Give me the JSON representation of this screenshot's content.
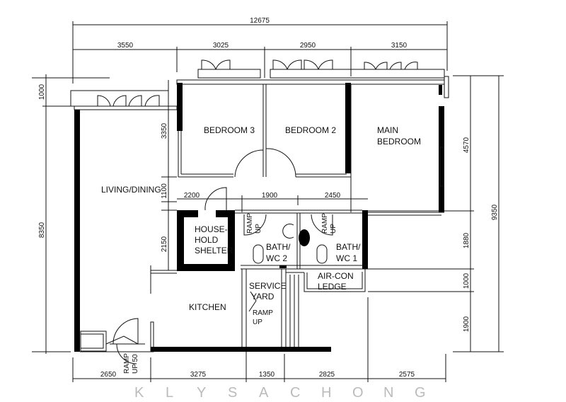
{
  "watermark": [
    "K",
    "L",
    "Y",
    "S",
    "A",
    "C",
    "H",
    "O",
    "N",
    "G"
  ],
  "dimensions": {
    "top_total": "12675",
    "top": [
      "3550",
      "3025",
      "2950",
      "3150"
    ],
    "bottom": [
      "2650",
      "3275",
      "1350",
      "2825",
      "2575"
    ],
    "left_outer": [
      "1000",
      "8350"
    ],
    "left_inner": [
      "3350",
      "1100",
      "2150"
    ],
    "right_inner": [
      "4570",
      "1880",
      "1000",
      "1900"
    ],
    "right_outer": "9350",
    "mid_row": [
      "2200",
      "1900",
      "2450"
    ]
  },
  "rooms": {
    "bedroom3": "BEDROOM 3",
    "bedroom2": "BEDROOM 2",
    "main_bedroom": [
      "MAIN",
      "BEDROOM"
    ],
    "living_dining": "LIVING/DINING",
    "shelter": [
      "HOUSE-",
      "HOLD",
      "SHELTER"
    ],
    "bath2": [
      "BATH/",
      "WC 2"
    ],
    "bath1": [
      "BATH/",
      "WC 1"
    ],
    "aircon": [
      "AIR-CON",
      "LEDGE"
    ],
    "service_yard": [
      "SERVICE",
      "YARD"
    ],
    "kitchen": "KITCHEN"
  },
  "ramps": {
    "bath2": [
      "RAMP",
      "UP"
    ],
    "bath1": [
      "RAMP",
      "UP"
    ],
    "yard": [
      "RAMP",
      "UP"
    ],
    "entrance": [
      "RAMP",
      "UP 50"
    ]
  }
}
